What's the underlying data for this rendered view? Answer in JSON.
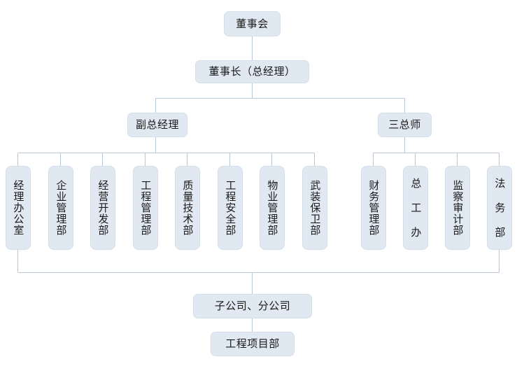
{
  "chart_title": "",
  "colors": {
    "node_fill": "#e0e8f1",
    "node_border": "#d5dfea",
    "connector": "#b8c7d9",
    "text": "#1a1a1a",
    "background": "#ffffff"
  },
  "levels": {
    "board": {
      "label": "董事会"
    },
    "chairman": {
      "label": "董事长（总经理）"
    },
    "executives": [
      {
        "label": "副总经理"
      },
      {
        "label": "三总师"
      }
    ],
    "departments_left": [
      {
        "label": "经理办公室"
      },
      {
        "label": "企业管理部"
      },
      {
        "label": "经营开发部"
      },
      {
        "label": "工程管理部"
      },
      {
        "label": "质量技术部"
      },
      {
        "label": "工程安全部"
      },
      {
        "label": "物业管理部"
      },
      {
        "label": "武装保卫部"
      }
    ],
    "departments_right": [
      {
        "label": "财务管理部"
      },
      {
        "label": "总 工 办"
      },
      {
        "label": "监察审计部"
      },
      {
        "label": "法 务 部"
      }
    ],
    "subsidiaries": {
      "label": "子公司、分公司"
    },
    "projects": {
      "label": "工程项目部"
    }
  }
}
